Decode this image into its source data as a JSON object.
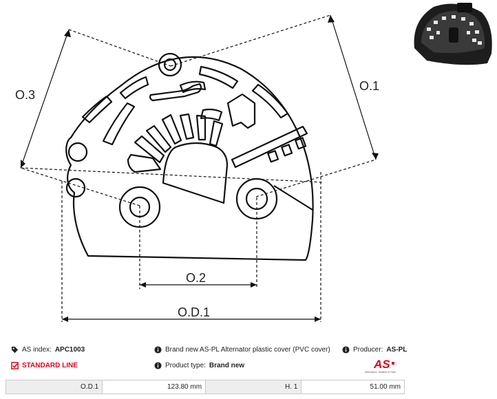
{
  "dimensions": {
    "od1": "O.D.1",
    "o1": "O.1",
    "o2": "O.2",
    "o3": "O.3"
  },
  "info": {
    "as_index_label": "AS index:",
    "as_index_value": "APC1003",
    "description": "Brand new AS-PL Alternator plastic cover (PVC cover)",
    "producer_label": "Producer:",
    "producer_value": "AS-PL",
    "line_label": "STANDARD LINE",
    "product_type_label": "Product type:",
    "product_type_value": "Brand new",
    "logo_text": "AS",
    "logo_tagline": "Alternators, Starters & Parts"
  },
  "specs": [
    {
      "key": "O.D.1",
      "value": "123.80 mm"
    },
    {
      "key": "H. 1",
      "value": "51.00 mm"
    }
  ],
  "colors": {
    "accent": "#e2001a",
    "line": "#111111",
    "header_cell": "#eeeeee"
  }
}
